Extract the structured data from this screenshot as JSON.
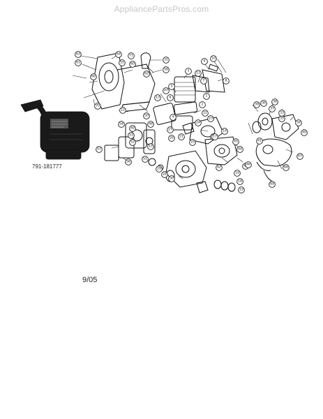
{
  "header": {
    "watermark": "AppliancePartsPros.com"
  },
  "starter": {
    "part_number": "791-181777"
  },
  "footer": {
    "date": "9/05"
  },
  "callouts": [
    {
      "label": "63"
    },
    {
      "label": "64"
    },
    {
      "label": "61"
    },
    {
      "label": "71"
    },
    {
      "label": "31"
    },
    {
      "label": "60"
    },
    {
      "label": "58"
    },
    {
      "label": "55"
    },
    {
      "label": "62"
    },
    {
      "label": "66"
    },
    {
      "label": "70"
    },
    {
      "label": "9"
    },
    {
      "label": "10"
    },
    {
      "label": "3"
    },
    {
      "label": "11"
    },
    {
      "label": "7"
    },
    {
      "label": "8"
    },
    {
      "label": "47"
    },
    {
      "label": "5"
    },
    {
      "label": "6"
    },
    {
      "label": "13"
    },
    {
      "label": "12"
    },
    {
      "label": "1"
    },
    {
      "label": "2"
    },
    {
      "label": "22"
    },
    {
      "label": "4"
    },
    {
      "label": "24"
    },
    {
      "label": "23"
    },
    {
      "label": "20"
    },
    {
      "label": "54"
    },
    {
      "label": "50"
    },
    {
      "label": "49"
    },
    {
      "label": "53"
    },
    {
      "label": "48"
    },
    {
      "label": "27"
    },
    {
      "label": "26"
    },
    {
      "label": "52"
    },
    {
      "label": "15"
    },
    {
      "label": "21"
    },
    {
      "label": "25"
    },
    {
      "label": "17"
    },
    {
      "label": "14"
    },
    {
      "label": "57"
    },
    {
      "label": "56"
    },
    {
      "label": "51"
    },
    {
      "label": "29"
    },
    {
      "label": "28"
    },
    {
      "label": "30"
    },
    {
      "label": "16"
    },
    {
      "label": "18"
    },
    {
      "label": "19"
    },
    {
      "label": "45"
    },
    {
      "label": "44"
    },
    {
      "label": "43"
    },
    {
      "label": "42"
    },
    {
      "label": "39"
    },
    {
      "label": "36"
    },
    {
      "label": "37"
    },
    {
      "label": "35"
    },
    {
      "label": "38"
    },
    {
      "label": "33"
    },
    {
      "label": "34"
    },
    {
      "label": "40"
    },
    {
      "label": "41"
    },
    {
      "label": "46"
    },
    {
      "label": "67"
    },
    {
      "label": "68"
    },
    {
      "label": "69"
    }
  ]
}
